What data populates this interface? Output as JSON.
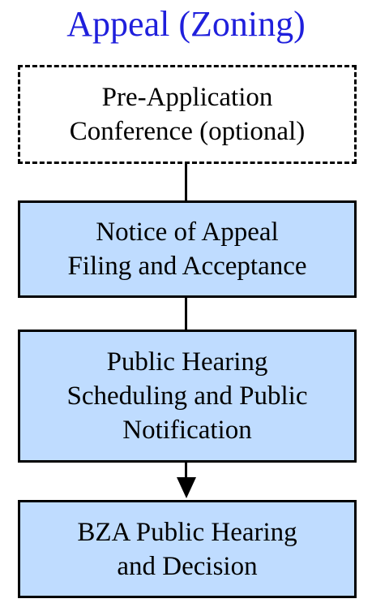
{
  "title": "Appeal (Zoning)",
  "steps": [
    {
      "lines": [
        "Pre-Application",
        "Conference (optional)"
      ],
      "style": "dashed"
    },
    {
      "lines": [
        "Notice of Appeal",
        "Filing and Acceptance"
      ],
      "style": "solid"
    },
    {
      "lines": [
        "Public Hearing",
        "Scheduling and Public",
        "Notification"
      ],
      "style": "solid"
    },
    {
      "lines": [
        "BZA Public Hearing",
        "and Decision"
      ],
      "style": "solid"
    }
  ],
  "colors": {
    "title": "#1f1fdc",
    "box_fill": "#bfdcff",
    "border": "#000000"
  }
}
